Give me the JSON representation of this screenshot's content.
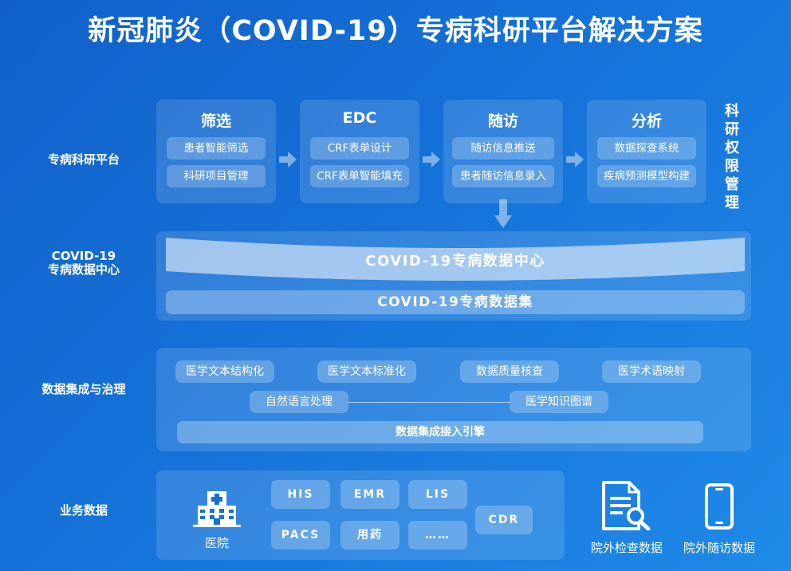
{
  "title": "新冠肺炎（COVID-19）专病科研平台解决方案",
  "rows": {
    "platform": "专病科研平台",
    "center_line1": "COVID-19",
    "center_line2": "专病数据中心",
    "integration": "数据集成与治理",
    "business": "业务数据"
  },
  "modules": [
    {
      "title": "筛选",
      "items": [
        "患者智能筛选",
        "科研项目管理"
      ]
    },
    {
      "title": "EDC",
      "items": [
        "CRF表单设计",
        "CRF表单智能填充"
      ]
    },
    {
      "title": "随访",
      "items": [
        "随访信息推送",
        "患者随访信息录入"
      ]
    },
    {
      "title": "分析",
      "items": [
        "数据探查系统",
        "疾病预测模型构建"
      ]
    }
  ],
  "permission_mgmt": "科研权限管理",
  "data_center": {
    "ribbon": "COVID-19专病数据中心",
    "dataset": "COVID-19专病数据集"
  },
  "integration": {
    "items": [
      "医学文本结构化",
      "医学文本标准化",
      "数据质量核查",
      "医学术语映射"
    ],
    "nlp": "自然语言处理",
    "kg": "医学知识图谱",
    "engine": "数据集成接入引擎"
  },
  "business": {
    "hospital": "医院",
    "systems": [
      "HIS",
      "EMR",
      "LIS",
      "PACS",
      "用药",
      "……"
    ],
    "cdr": "CDR",
    "external": [
      "院外检查数据",
      "院外随访数据"
    ]
  }
}
